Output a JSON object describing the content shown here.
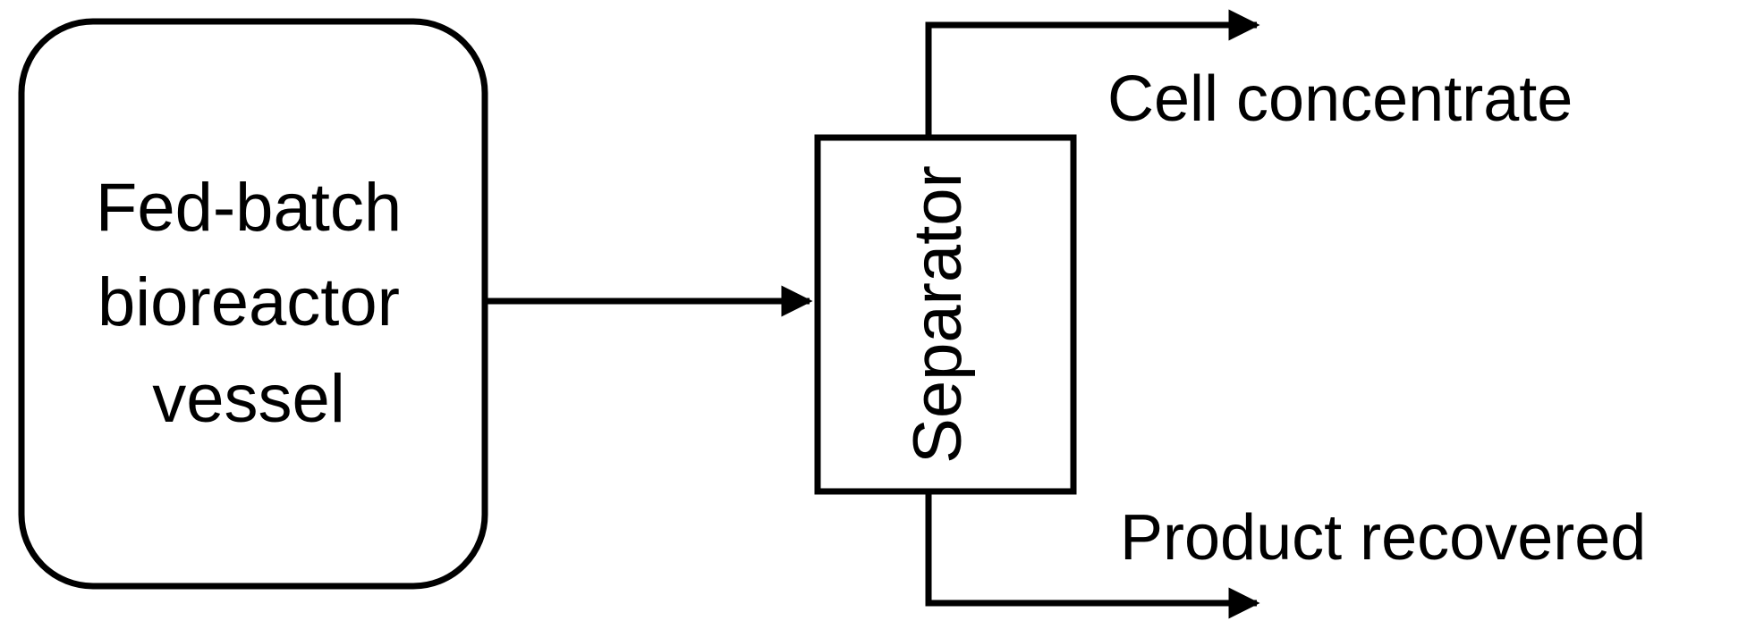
{
  "diagram": {
    "reactor": {
      "lines": [
        "Fed-batch",
        "bioreactor",
        "vessel"
      ]
    },
    "separator": {
      "label": "Separator"
    },
    "outputs": {
      "top": "Cell concentrate",
      "bottom": "Product recovered"
    }
  },
  "colors": {
    "stroke": "#000000",
    "background": "#ffffff",
    "text": "#000000"
  }
}
